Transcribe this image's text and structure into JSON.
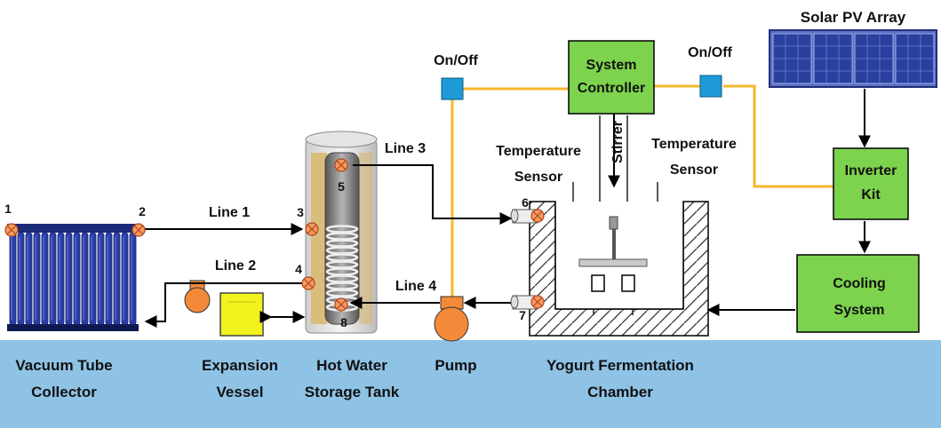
{
  "title": "Solar PV Array",
  "components": {
    "vacuum_tube_collector": [
      "Vacuum Tube",
      "Collector"
    ],
    "expansion_vessel": [
      "Expansion",
      "Vessel"
    ],
    "hot_water_storage_tank": [
      "Hot Water",
      "Storage Tank"
    ],
    "pump": "Pump",
    "yogurt_chamber": [
      "Yogurt Fermentation",
      "Chamber"
    ],
    "system_controller": [
      "System",
      "Controller"
    ],
    "inverter_kit": [
      "Inverter",
      "Kit"
    ],
    "cooling_system": [
      "Cooling",
      "System"
    ],
    "stirrer": "Stirrer",
    "temperature_sensor_left": [
      "Temperature",
      "Sensor"
    ],
    "temperature_sensor_right": [
      "Temperature",
      "Sensor"
    ],
    "switch_left": "On/Off",
    "switch_right": "On/Off"
  },
  "lines": {
    "line1": "Line 1",
    "line2": "Line 2",
    "line3": "Line 3",
    "line4": "Line 4"
  },
  "points": [
    "1",
    "2",
    "3",
    "4",
    "5",
    "6",
    "7",
    "8"
  ],
  "colors": {
    "ground": "#8fc3e6",
    "box_green": "#7dd34d",
    "wire_yellow": "#f5b82e",
    "switch_blue": "#1e9bd7",
    "pump_orange": "#f28a3a",
    "valve_orange": "#f49a5e",
    "vessel_yellow": "#f2f21e",
    "panel_blue": "#2a3f9e"
  }
}
